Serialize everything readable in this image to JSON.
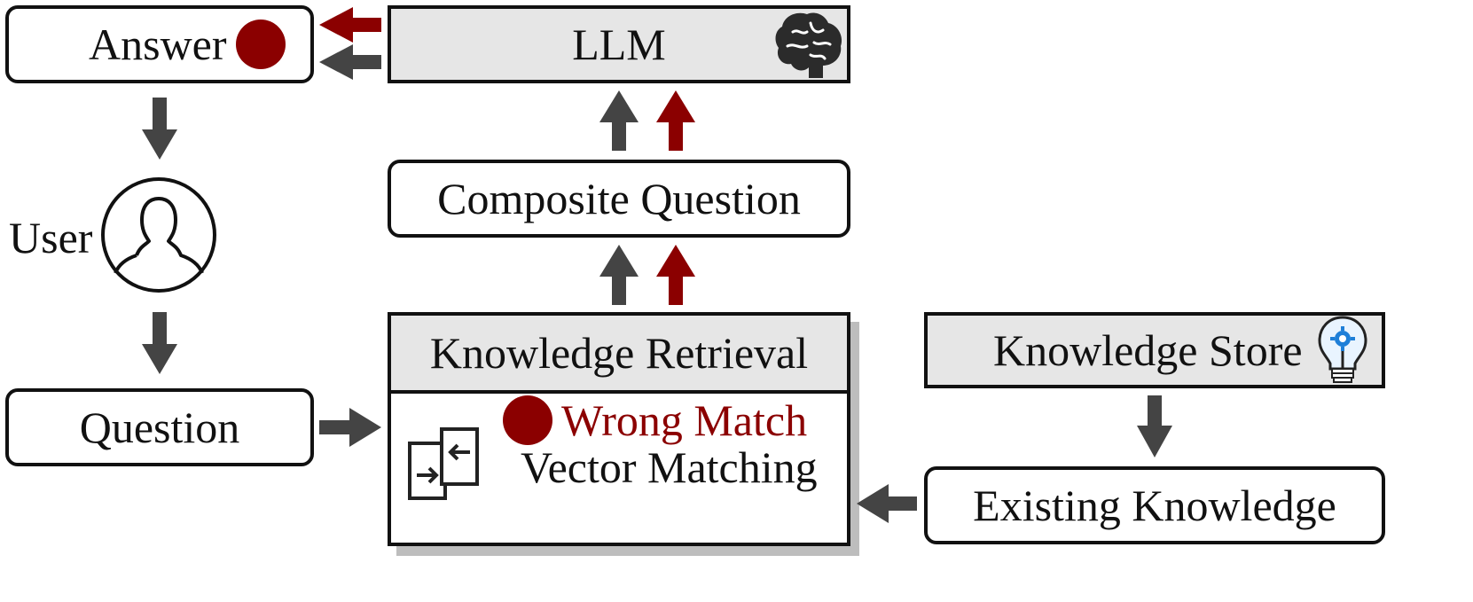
{
  "answer": {
    "label": "Answer"
  },
  "llm": {
    "label": "LLM",
    "icon": "brain-icon"
  },
  "composite_question": {
    "label": "Composite Question"
  },
  "user": {
    "label": "User",
    "icon": "user-icon"
  },
  "question": {
    "label": "Question"
  },
  "knowledge_retrieval": {
    "title": "Knowledge Retrieval",
    "wrong_match": "Wrong Match",
    "vector_matching": "Vector Matching",
    "icon": "vector-compare-icon"
  },
  "knowledge_store": {
    "label": "Knowledge Store",
    "icon": "lightbulb-gear-icon"
  },
  "existing_knowledge": {
    "label": "Existing Knowledge"
  },
  "colors": {
    "arrow_gray": "#444444",
    "arrow_red": "#8b0000",
    "box_fill": "#e6e6e6",
    "shadow": "#bdbdbd"
  }
}
